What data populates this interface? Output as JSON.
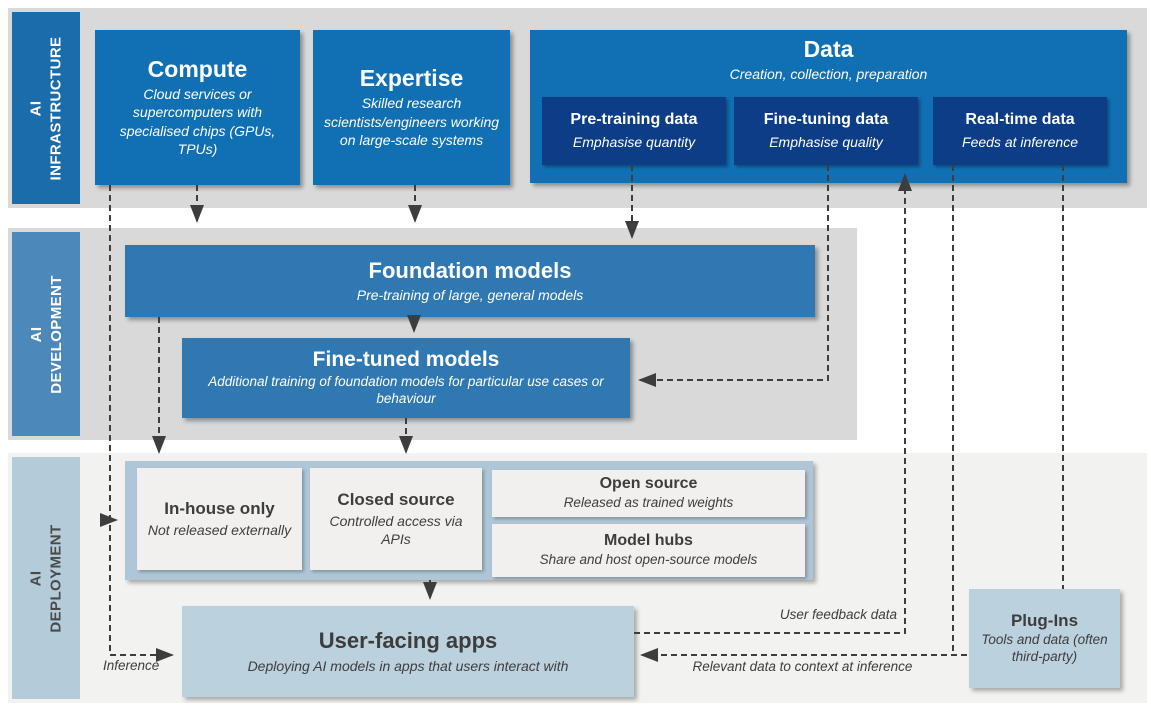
{
  "title": "AI infrastructure, development and deployment diagram",
  "colors": {
    "infra_label": "#1b6cab",
    "dev_label": "#4c88ba",
    "deploy_label": "#b4cbda",
    "infra_box_blue": "#1170b4",
    "data_sub_navy": "#0d3d86",
    "dev_box_blue": "#2f78b2",
    "pale_blue": "#bcd1de",
    "container_blue": "#aec6d7",
    "band_gray": "#d9d9d9",
    "deploy_band": "#f2f2f0",
    "inner_box": "#f1f0ee",
    "dark_text": "#3d3d3d",
    "connector": "#3d3d3d"
  },
  "bands": [
    {
      "label_line1": "AI",
      "label_line2": "INFRASTRUCTURE"
    },
    {
      "label_line1": "AI",
      "label_line2": "DEVELOPMENT"
    },
    {
      "label_line1": "AI",
      "label_line2": "DEPLOYMENT"
    }
  ],
  "infrastructure": {
    "compute": {
      "title": "Compute",
      "desc": "Cloud services or supercomputers with specialised chips (GPUs, TPUs)"
    },
    "expertise": {
      "title": "Expertise",
      "desc": "Skilled research scientists/engineers working on large-scale systems"
    },
    "data": {
      "title": "Data",
      "desc": "Creation, collection, preparation",
      "children": [
        {
          "title": "Pre-training data",
          "desc": "Emphasise quantity"
        },
        {
          "title": "Fine-tuning data",
          "desc": "Emphasise quality"
        },
        {
          "title": "Real-time data",
          "desc": "Feeds at inference"
        }
      ]
    }
  },
  "development": {
    "foundation": {
      "title": "Foundation models",
      "desc": "Pre-training of large, general models"
    },
    "fine_tuned": {
      "title": "Fine-tuned models",
      "desc": "Additional training of foundation models for particular use cases or behaviour"
    }
  },
  "deployment": {
    "in_house": {
      "title": "In-house only",
      "desc": "Not released externally"
    },
    "closed_source": {
      "title": "Closed source",
      "desc": "Controlled access via APIs"
    },
    "open_source": {
      "title": "Open source",
      "desc": "Released as trained weights"
    },
    "model_hubs": {
      "title": "Model hubs",
      "desc": "Share and host open-source models"
    },
    "user_facing_apps": {
      "title": "User-facing apps",
      "desc": "Deploying AI models in apps that users interact with"
    },
    "plug_ins": {
      "title": "Plug-Ins",
      "desc": "Tools and data (often third-party)"
    }
  },
  "annotations": {
    "inference": "Inference",
    "user_feedback": "User feedback data",
    "relevant_data": "Relevant data to context at inference"
  }
}
